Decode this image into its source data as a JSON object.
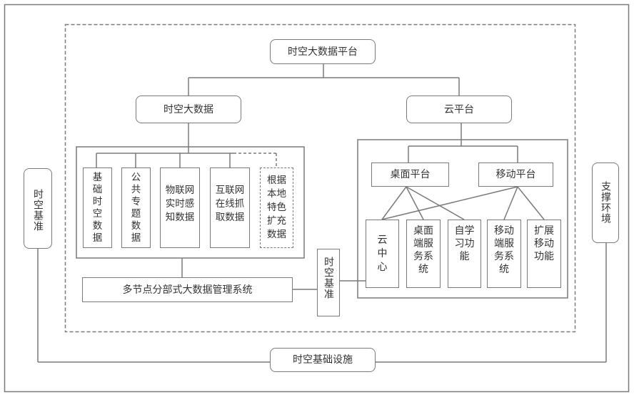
{
  "diagram": {
    "root": "时空大数据平台",
    "left_branch": {
      "title": "时空大数据",
      "children": [
        {
          "lines": [
            "基",
            "础",
            "时",
            "空",
            "数",
            "据"
          ],
          "dashed": false
        },
        {
          "lines": [
            "公",
            "共",
            "专",
            "题",
            "数",
            "据"
          ],
          "dashed": false
        },
        {
          "lines": [
            "物联网",
            "实时感",
            "知数据"
          ],
          "dashed": false
        },
        {
          "lines": [
            "互联网",
            "在线抓",
            "取数据"
          ],
          "dashed": false
        },
        {
          "lines": [
            "根据",
            "本地",
            "特色",
            "扩充",
            "数据"
          ],
          "dashed": true
        }
      ],
      "management_system": "多节点分部式大数据管理系统"
    },
    "right_branch": {
      "title": "云平台",
      "platforms": [
        "桌面平台",
        "移动平台"
      ],
      "children": [
        {
          "lines": [
            "云",
            "中",
            "心"
          ]
        },
        {
          "lines": [
            "桌面",
            "端服",
            "务系",
            "统"
          ]
        },
        {
          "lines": [
            "自学",
            "习功",
            "能"
          ]
        },
        {
          "lines": [
            "移动",
            "端服",
            "务系",
            "统"
          ]
        },
        {
          "lines": [
            "扩展",
            "移动",
            "功能"
          ]
        }
      ]
    },
    "middle_reference": "时空基准",
    "left_side": "时空基准",
    "right_side": "支撑环境",
    "bottom": "时空基础设施"
  },
  "colors": {
    "line": "#7a7a7a",
    "text": "#333333"
  }
}
